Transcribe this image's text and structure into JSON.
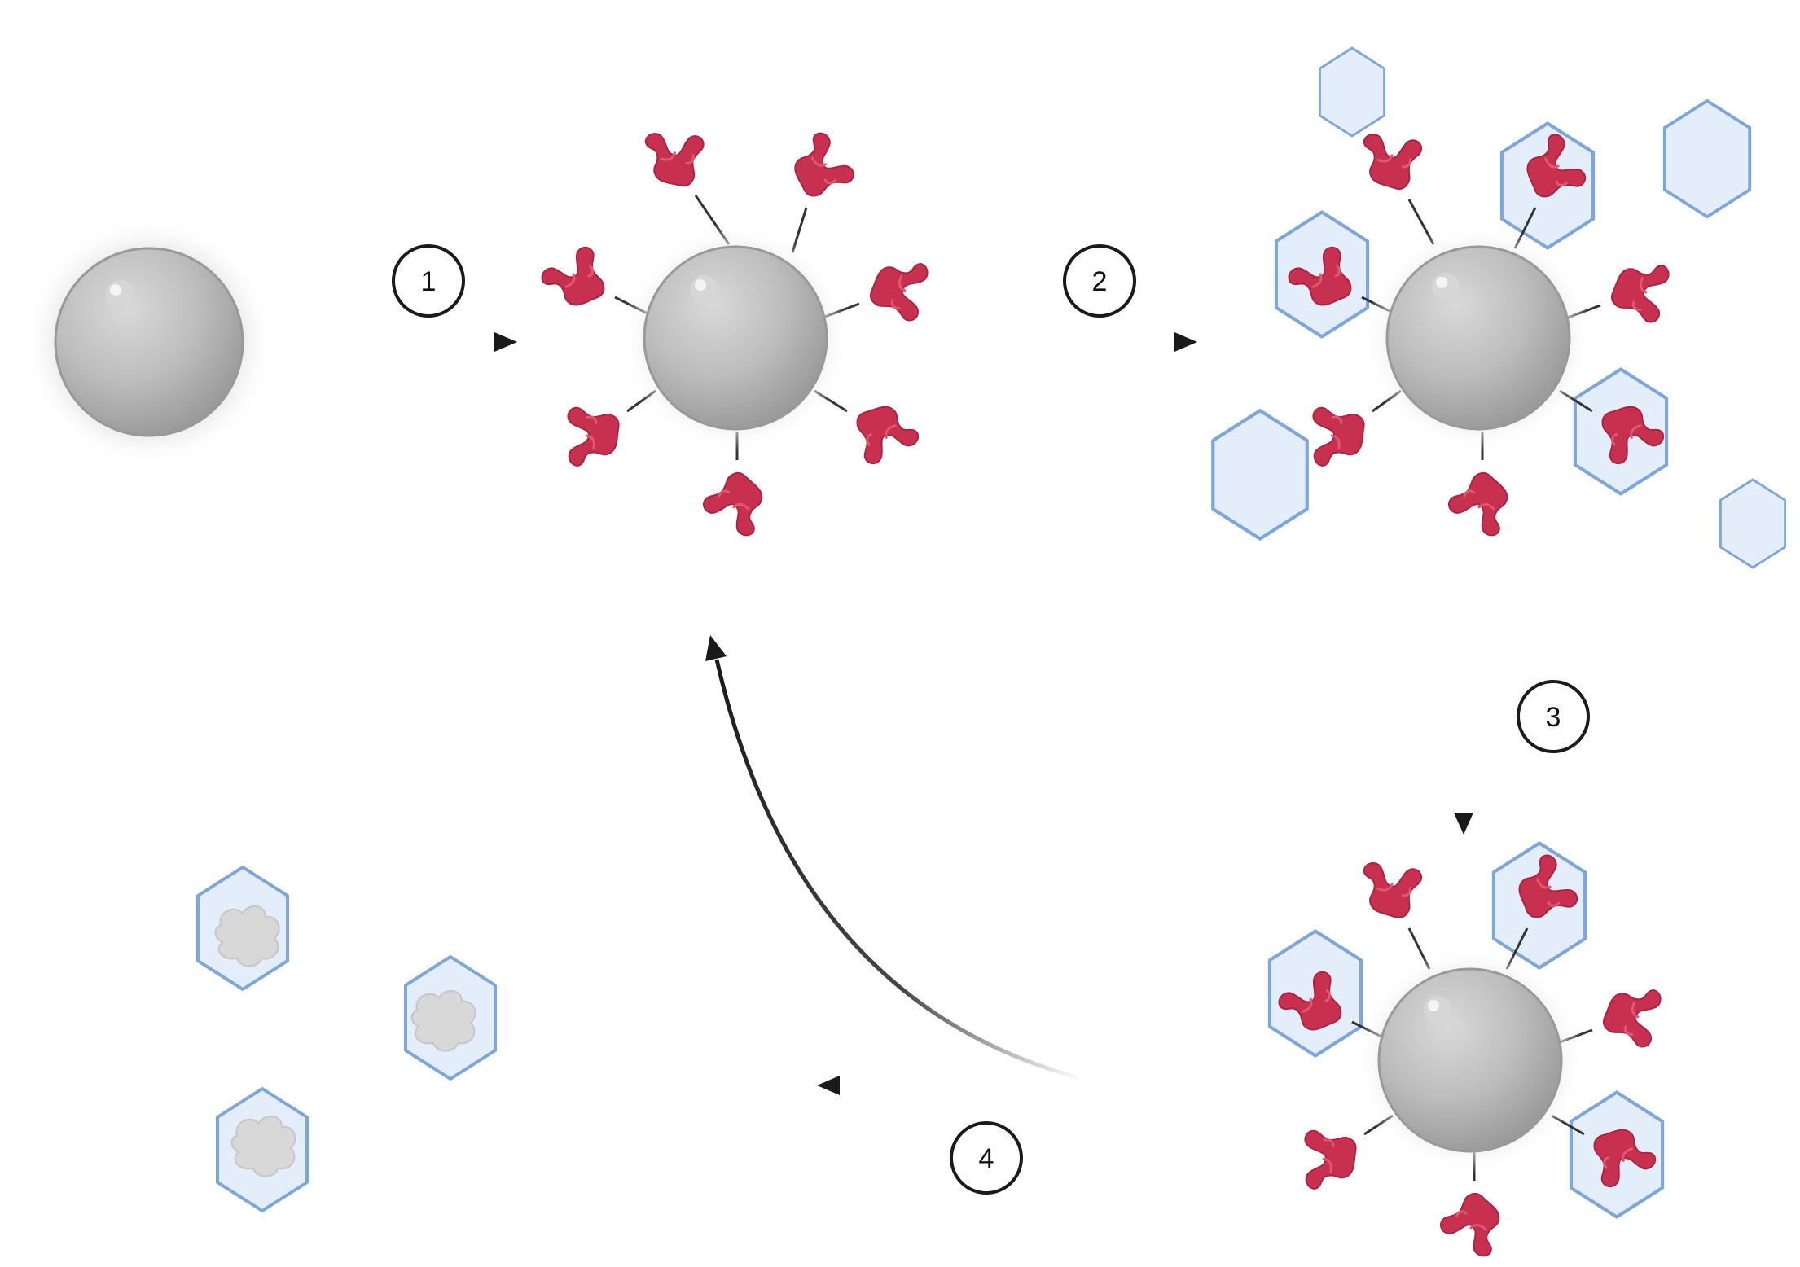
{
  "steps": [
    {
      "number": "1"
    },
    {
      "number": "2"
    },
    {
      "number": "3"
    },
    {
      "number": "4"
    }
  ],
  "colors": {
    "bead": "#b8b8b8",
    "antibody": "#c8304f",
    "antigen_fill": "#e3eefa",
    "antigen_stroke": "#7ea6d8",
    "released_protein": "#d8d8d8",
    "arrow": "#1a1a1a"
  },
  "icons": [
    "bead-icon",
    "antibody-icon",
    "antigen-icon",
    "protein-icon",
    "arrow-icon"
  ]
}
